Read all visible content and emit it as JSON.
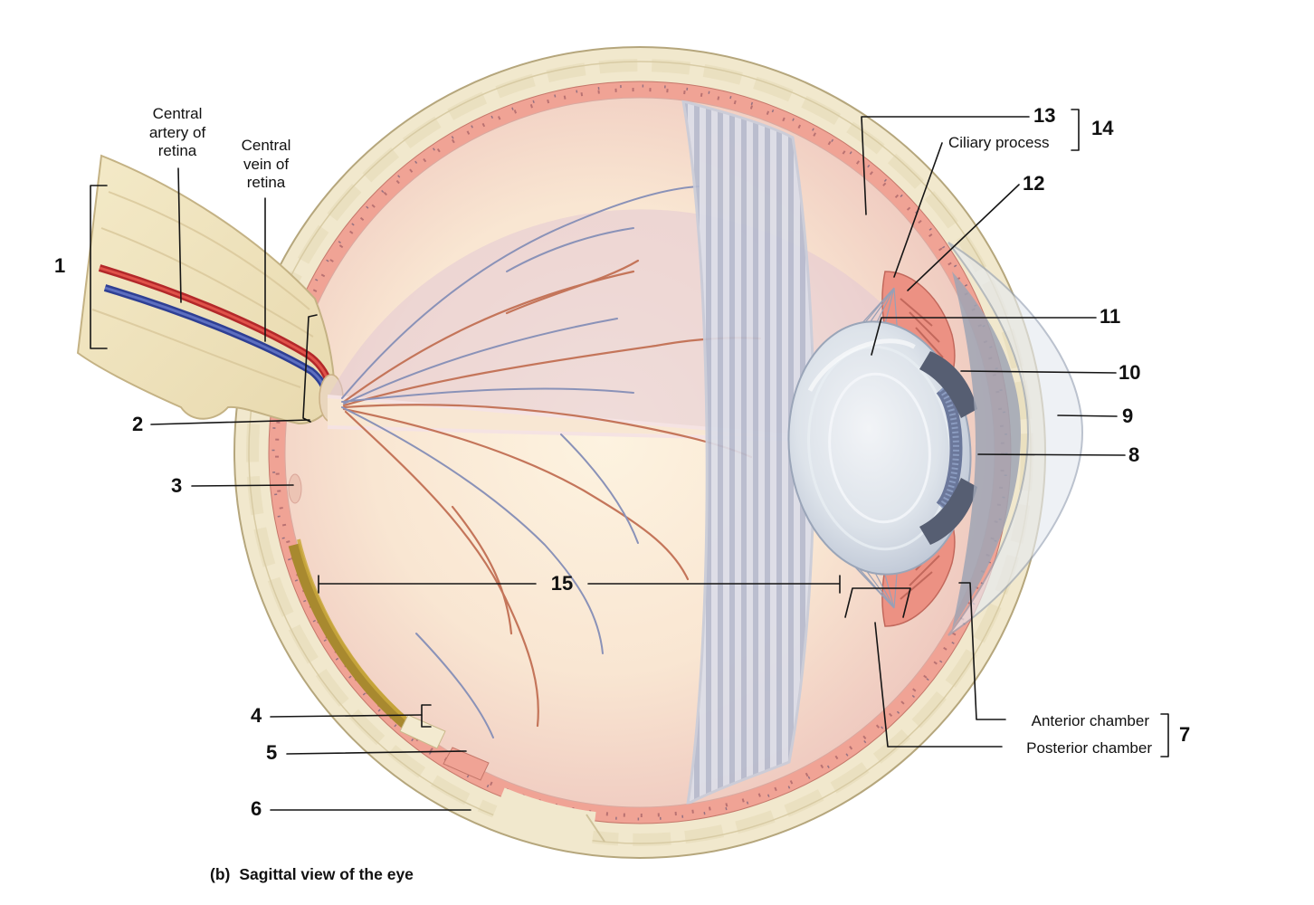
{
  "figure": {
    "caption_marker": "(b)",
    "caption_text": "Sagittal view of the eye"
  },
  "text_labels": {
    "central_artery": "Central artery of retina",
    "central_vein": "Central vein of retina",
    "ciliary_process": "Ciliary process",
    "anterior_chamber": "Anterior chamber",
    "posterior_chamber": "Posterior chamber"
  },
  "number_labels": {
    "n1": "1",
    "n2": "2",
    "n3": "3",
    "n4": "4",
    "n5": "5",
    "n6": "6",
    "n7": "7",
    "n8": "8",
    "n9": "9",
    "n10": "10",
    "n11": "11",
    "n12": "12",
    "n13": "13",
    "n14": "14",
    "n15": "15"
  },
  "colors": {
    "sclera": "#f1e8cd",
    "choroid": "#f0a395",
    "vitreous_center": "#fdf3e0",
    "vitreous_edge": "#ecc4bc",
    "vitreous_band": "#b6bbcf",
    "lens": "#d7dde6",
    "iris": "#565e72",
    "ciliary_body": "#ec9183",
    "artery": "#b3282a",
    "vein": "#2e3f94",
    "pigment_band": "#a8892f",
    "leader_line": "#151515"
  }
}
